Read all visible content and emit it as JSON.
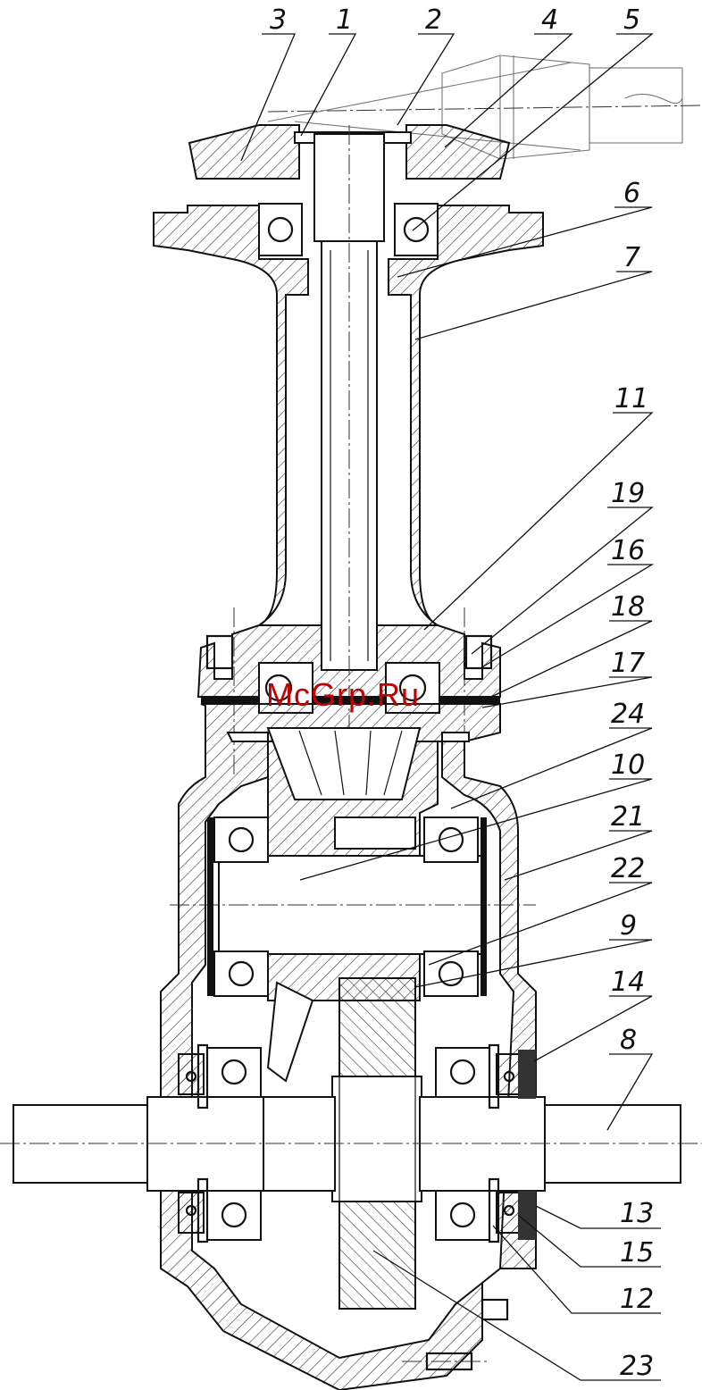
{
  "watermark": "McGrp.Ru",
  "callouts": [
    {
      "id": "3",
      "label": "3"
    },
    {
      "id": "1",
      "label": "1"
    },
    {
      "id": "2",
      "label": "2"
    },
    {
      "id": "4",
      "label": "4"
    },
    {
      "id": "5",
      "label": "5"
    },
    {
      "id": "6",
      "label": "6"
    },
    {
      "id": "7",
      "label": "7"
    },
    {
      "id": "11",
      "label": "11"
    },
    {
      "id": "19",
      "label": "19"
    },
    {
      "id": "16",
      "label": "16"
    },
    {
      "id": "18",
      "label": "18"
    },
    {
      "id": "17",
      "label": "17"
    },
    {
      "id": "24",
      "label": "24"
    },
    {
      "id": "10",
      "label": "10"
    },
    {
      "id": "21",
      "label": "21"
    },
    {
      "id": "22",
      "label": "22"
    },
    {
      "id": "9",
      "label": "9"
    },
    {
      "id": "14",
      "label": "14"
    },
    {
      "id": "8",
      "label": "8"
    },
    {
      "id": "13",
      "label": "13"
    },
    {
      "id": "15",
      "label": "15"
    },
    {
      "id": "12",
      "label": "12"
    },
    {
      "id": "23",
      "label": "23"
    }
  ],
  "colors": {
    "line": "#111111",
    "watermark": "#c00000",
    "background": "#ffffff"
  }
}
